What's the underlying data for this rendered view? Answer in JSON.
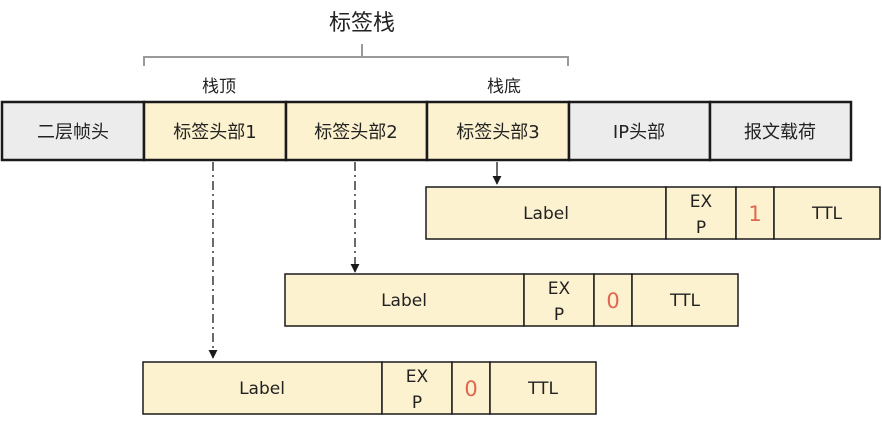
{
  "stack_title": "标签栈",
  "top_label": "栈顶",
  "bottom_label": "栈底",
  "frame_segments": [
    {
      "text": "二层帧头",
      "type": "gray"
    },
    {
      "text": "标签头部1",
      "type": "label"
    },
    {
      "text": "标签头部2",
      "type": "label"
    },
    {
      "text": "标签头部3",
      "type": "label"
    },
    {
      "text": "IP头部",
      "type": "gray"
    },
    {
      "text": "报文载荷",
      "type": "gray"
    }
  ],
  "label_headers": [
    {
      "label": "Label",
      "exp_line1": "EX",
      "exp_line2": "P",
      "s_bit": "1",
      "ttl": "TTL"
    },
    {
      "label": "Label",
      "exp_line1": "EX",
      "exp_line2": "P",
      "s_bit": "0",
      "ttl": "TTL"
    },
    {
      "label": "Label",
      "exp_line1": "EX",
      "exp_line2": "P",
      "s_bit": "0",
      "ttl": "TTL"
    }
  ],
  "colors": {
    "label_fill": "#fdf2d0",
    "gray_fill": "#ececec",
    "stroke": "#1a1a1a",
    "bracket": "#999999",
    "s_bit": "#e06650"
  }
}
